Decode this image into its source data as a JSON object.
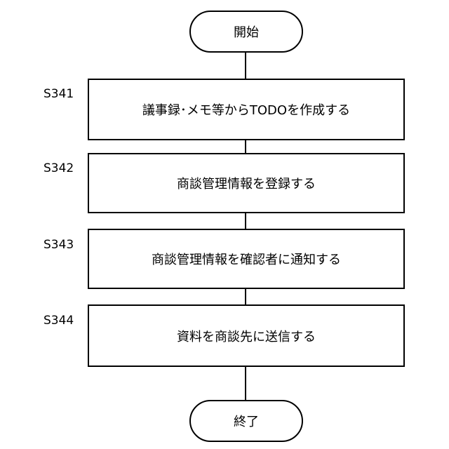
{
  "flowchart": {
    "start": "開始",
    "end": "終了",
    "steps": [
      {
        "id": "S341",
        "text": "議事録･メモ等からTODOを作成する"
      },
      {
        "id": "S342",
        "text": "商談管理情報を登録する"
      },
      {
        "id": "S343",
        "text": "商談管理情報を確認者に通知する"
      },
      {
        "id": "S344",
        "text": "資料を商談先に送信する"
      }
    ]
  }
}
